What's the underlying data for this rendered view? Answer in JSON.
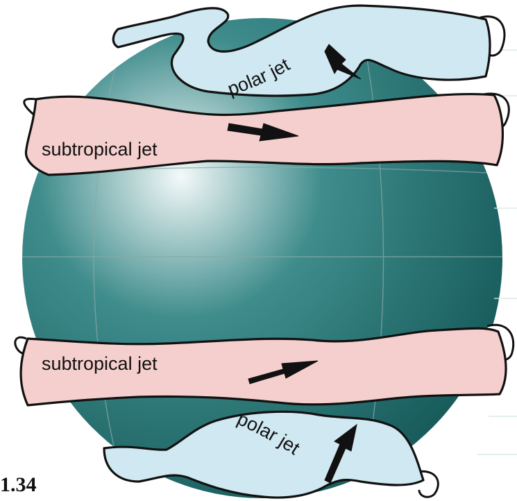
{
  "figure_number": "1.34",
  "colors": {
    "globe_highlight": "#f4f9f9",
    "globe_mid": "#3f8c8c",
    "globe_dark": "#145757",
    "subtropical_fill": "#f5cfcd",
    "polar_fill": "#cfe8f1",
    "outline": "#111111"
  },
  "jets": {
    "north_polar": {
      "label": "polar jet"
    },
    "north_subtropical": {
      "label": "subtropical jet"
    },
    "south_subtropical": {
      "label": "subtropical jet"
    },
    "south_polar": {
      "label": "polar jet"
    }
  }
}
